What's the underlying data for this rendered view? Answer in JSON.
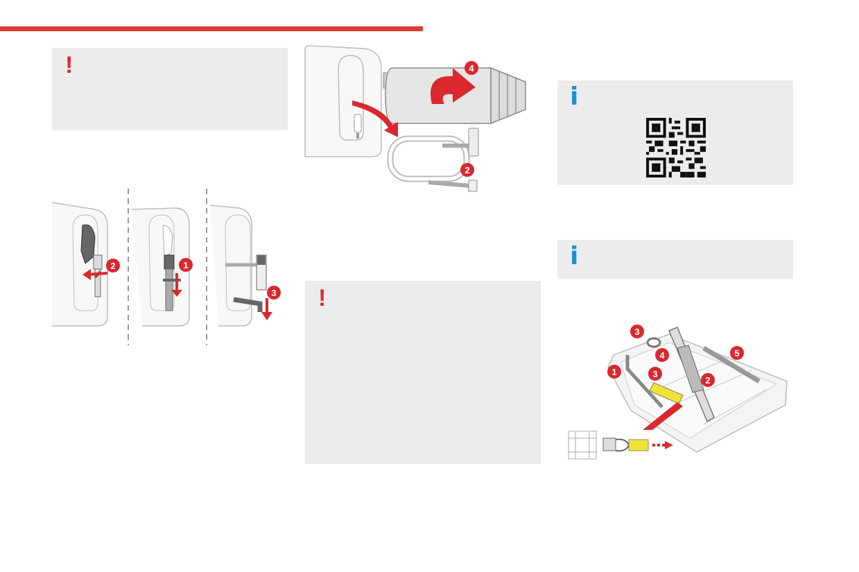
{
  "page": {
    "accent_color": "#dc3c32",
    "box_color": "#ececec",
    "warning_color": "#dc2a2a",
    "info_color": "#1e8fd6",
    "highlight_color": "#f1e23a"
  },
  "boxes": {
    "warning_top_left": {
      "icon": "exclamation-icon",
      "mark": "!"
    },
    "warning_middle": {
      "icon": "exclamation-icon",
      "mark": "!"
    },
    "info_qr": {
      "icon": "info-icon",
      "mark": "i"
    },
    "info_second": {
      "icon": "info-icon",
      "mark": "i"
    }
  },
  "illustrations": {
    "hose_steps": {
      "callouts": [
        "2",
        "1",
        "3"
      ]
    },
    "cartridge": {
      "callouts": [
        "4",
        "2"
      ]
    },
    "tool_tray": {
      "callouts": [
        "3",
        "4",
        "1",
        "3",
        "2",
        "5"
      ]
    }
  }
}
